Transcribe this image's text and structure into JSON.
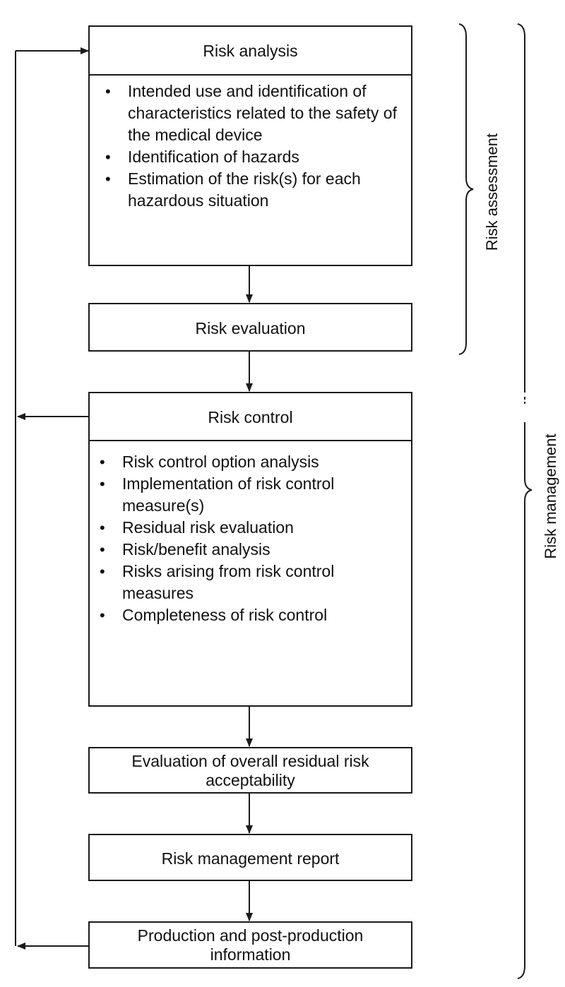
{
  "risk_analysis": {
    "title": "Risk analysis",
    "items": [
      "Intended use and identification of characteristics related to the safety of the medical device",
      "Identification of hazards",
      "Estimation of the risk(s) for each hazardous situation"
    ]
  },
  "risk_evaluation": {
    "title": "Risk evaluation"
  },
  "risk_control": {
    "title": "Risk control",
    "items": [
      "Risk control option analysis",
      "Implementation of risk control measure(s)",
      "Residual risk evaluation",
      "Risk/benefit analysis",
      "Risks arising from risk control measures",
      "Completeness of risk control"
    ]
  },
  "overall_residual": {
    "title": "Evaluation of overall residual risk acceptability"
  },
  "report": {
    "title": "Risk management report"
  },
  "production": {
    "title": "Production and post-production information"
  },
  "brackets": {
    "assessment": "Risk assessment",
    "management": "Risk management"
  }
}
